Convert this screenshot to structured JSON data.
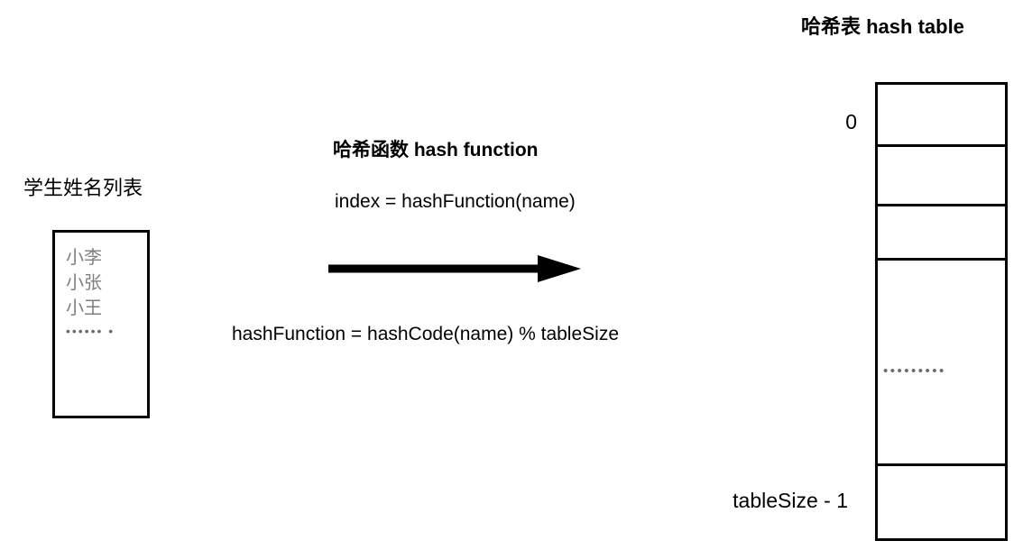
{
  "diagram": {
    "student_list": {
      "label": "学生姓名列表",
      "items": [
        "小李",
        "小张",
        "小王"
      ],
      "ellipsis": "•••••• •"
    },
    "hash_function": {
      "title": "哈希函数 hash function",
      "index_formula": "index = hashFunction(name)",
      "definition": "hashFunction = hashCode(name) % tableSize",
      "arrow_icon": "right-arrow-icon"
    },
    "hash_table": {
      "title": "哈希表 hash table",
      "first_index_label": "0",
      "last_index_label": "tableSize - 1",
      "cells": [
        {
          "content": ""
        },
        {
          "content": ""
        },
        {
          "content": ""
        },
        {
          "content": "•••••••••"
        },
        {
          "content": ""
        }
      ]
    },
    "colors": {
      "stroke": "#000000",
      "text": "#000000",
      "muted_text": "#7f7f7f",
      "background": "#ffffff"
    }
  }
}
